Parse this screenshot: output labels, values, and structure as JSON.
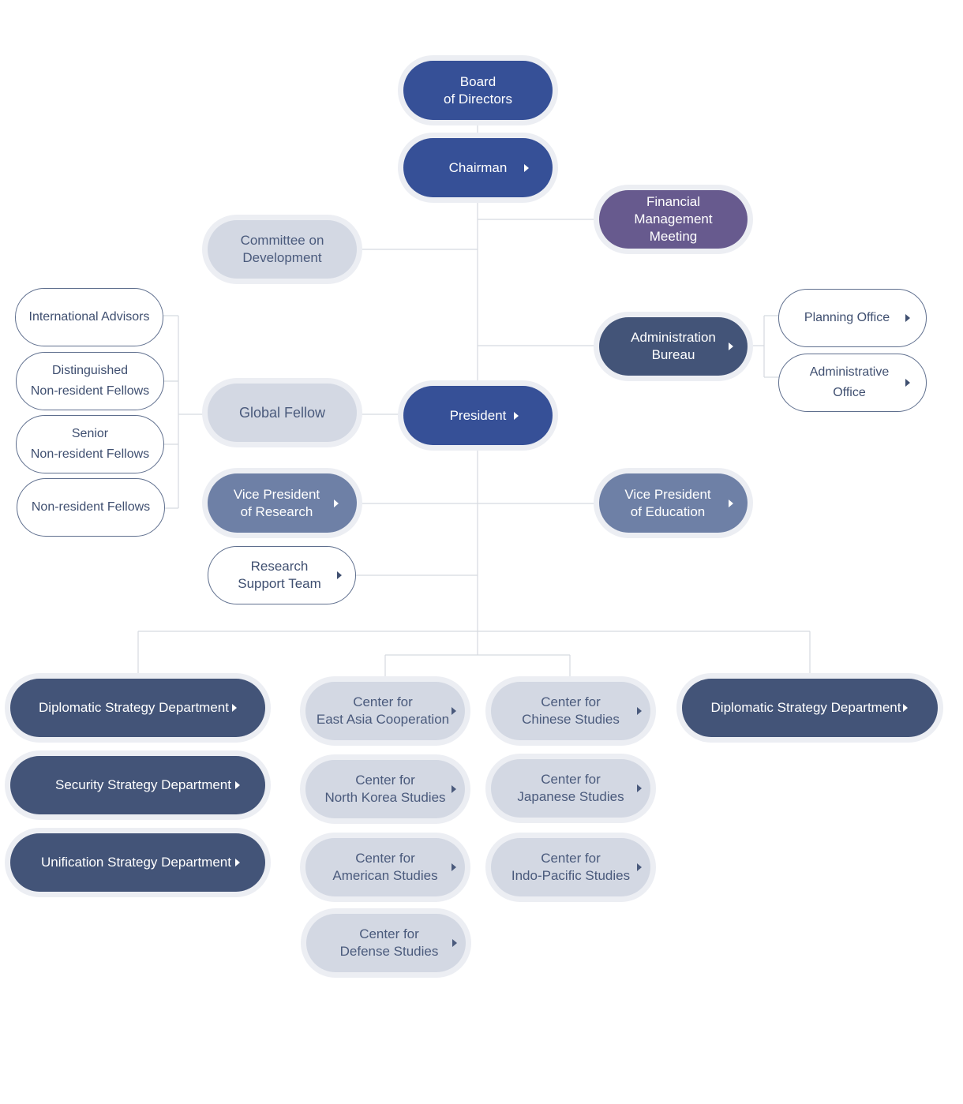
{
  "colors": {
    "primary_blue": "#365097",
    "navy": "#435478",
    "purple": "#675a8e",
    "slate": "#6e80a6",
    "light": "#d3d8e3",
    "connector": "#d5d9e0"
  },
  "nodes": {
    "board": "Board\nof Directors",
    "chairman": "Chairman",
    "financial_meeting": "Financial\nManagement\nMeeting",
    "committee_development": "Committee on\nDevelopment",
    "international_advisors": "International Advisors",
    "distinguished_fellows": "Distinguished\nNon-resident Fellows",
    "senior_fellows": "Senior\nNon-resident Fellows",
    "nonresident_fellows": "Non-resident Fellows",
    "global_fellow": "Global Fellow",
    "president": "President",
    "administration_bureau": "Administration\nBureau",
    "planning_office": "Planning Office",
    "administrative_office": "Administrative\nOffice",
    "vp_research": "Vice President\nof Research",
    "vp_education": "Vice President\nof Education",
    "research_support": "Research\nSupport Team",
    "diplomatic_left": "Diplomatic Strategy Department",
    "security_dept": "Security Strategy Department",
    "unification_dept": "Unification Strategy Department",
    "center_east_asia": "Center for\nEast Asia Cooperation",
    "center_north_korea": "Center for\nNorth Korea Studies",
    "center_american": "Center for\nAmerican Studies",
    "center_defense": "Center for\nDefense Studies",
    "center_chinese": "Center for\nChinese Studies",
    "center_japanese": "Center for\nJapanese Studies",
    "center_indo_pacific": "Center for\nIndo-Pacific Studies",
    "diplomatic_right": "Diplomatic Strategy Department"
  }
}
